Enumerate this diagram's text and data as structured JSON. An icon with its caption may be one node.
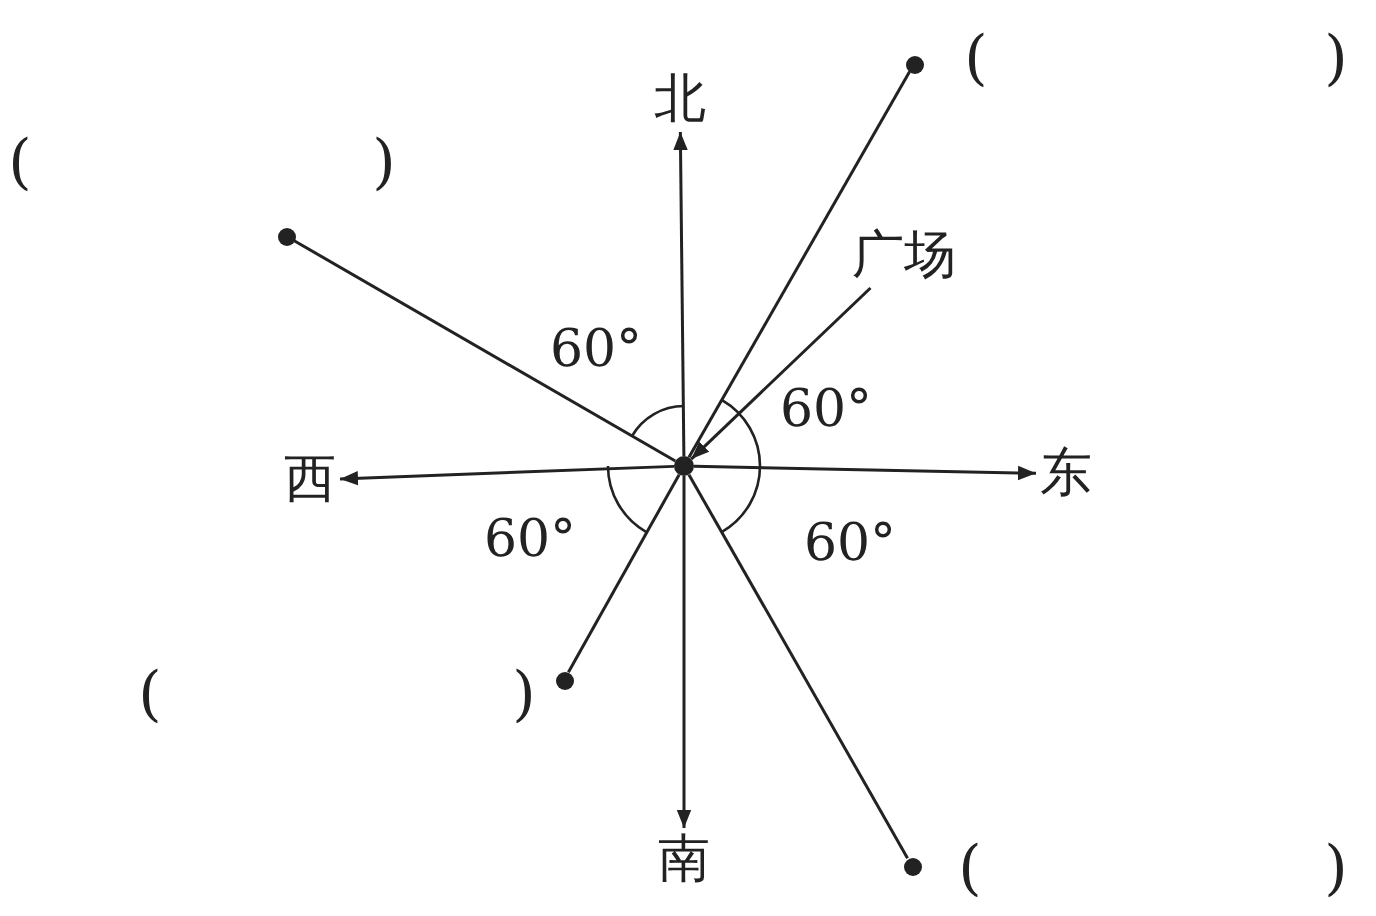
{
  "diagram": {
    "nodes": [
      {
        "text": [
          "北"
        ]
      },
      {
        "text": [
          "广场"
        ]
      },
      {
        "text": [],
        "shape": "circle"
      },
      {
        "text": [],
        "shape": "circle"
      },
      {
        "text": [
          "西"
        ]
      },
      {
        "text": [],
        "shape": "circle"
      },
      {
        "text": [
          "东"
        ]
      },
      {
        "text": [],
        "shape": "circle"
      },
      {
        "text": [
          "南"
        ]
      },
      {
        "text": [],
        "shape": "circle"
      }
    ],
    "edges": [
      {
        "from": 5,
        "to": 0,
        "arrow": "to"
      },
      {
        "from": 5,
        "to": 8,
        "arrow": "to"
      },
      {
        "from": 5,
        "to": 4,
        "arrow": "to"
      },
      {
        "from": 5,
        "to": 6,
        "arrow": "to"
      },
      {
        "from": 5,
        "to": 2,
        "arrow": "none"
      },
      {
        "from": 5,
        "to": 3,
        "arrow": "none"
      },
      {
        "from": 5,
        "to": 7,
        "arrow": "none"
      },
      {
        "from": 5,
        "to": 9,
        "arrow": "none"
      },
      {
        "from": 1,
        "to": 5,
        "arrow": "to"
      }
    ],
    "labels": [
      "(",
      ")",
      "(",
      ")",
      "60°",
      "60°",
      "60°",
      "60°",
      "(",
      ")",
      "(",
      ")"
    ]
  }
}
